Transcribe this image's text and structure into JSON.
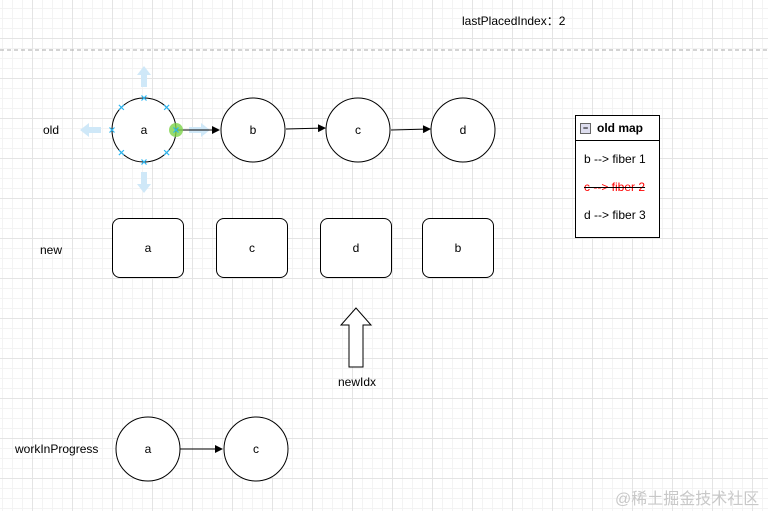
{
  "header": {
    "last_placed_index": "lastPlacedIndex：2"
  },
  "rows": {
    "old": "old",
    "new": "new",
    "wip": "workInProgress"
  },
  "old_nodes": [
    "a",
    "b",
    "c",
    "d"
  ],
  "new_nodes": [
    "a",
    "c",
    "d",
    "b"
  ],
  "wip_nodes": [
    "a",
    "c"
  ],
  "pointer_label": "newIdx",
  "old_map": {
    "title": "old map",
    "entries": [
      {
        "text": "b --> fiber 1",
        "deleted": false
      },
      {
        "text": "c --> fiber 2",
        "deleted": true
      },
      {
        "text": "d --> fiber 3",
        "deleted": false
      }
    ]
  },
  "watermark": "@稀土掘金技术社区",
  "colors": {
    "selection": "#29b6f2",
    "connection_point": "#7dd34a",
    "deleted": "#ff0000"
  }
}
